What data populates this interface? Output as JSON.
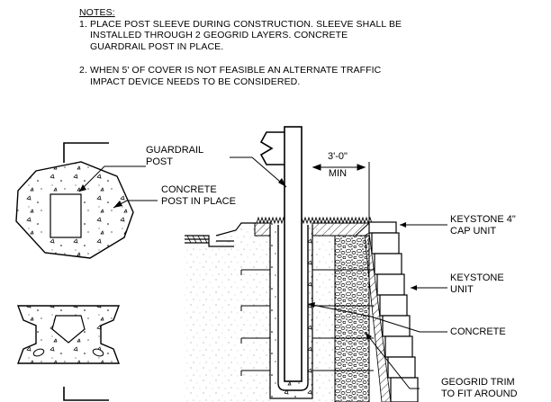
{
  "notes": {
    "heading": "NOTES:",
    "items": [
      {
        "num": "1.",
        "lines": [
          "PLACE POST SLEEVE DURING CONSTRUCTION. SLEEVE SHALL BE",
          "INSTALLED THROUGH 2 GEOGRID LAYERS. CONCRETE",
          "GUARDRAIL POST IN PLACE."
        ]
      },
      {
        "num": "2.",
        "lines": [
          "WHEN 5' OF COVER IS NOT FEASIBLE AN ALTERNATE TRAFFIC",
          "IMPACT DEVICE NEEDS TO BE CONSIDERED."
        ]
      }
    ]
  },
  "labels": {
    "guardrail_post": [
      "GUARDRAIL",
      "POST"
    ],
    "concrete_post": [
      "CONCRETE",
      "POST IN PLACE"
    ],
    "dimension": [
      "3'-0\"",
      "MIN"
    ],
    "keystone_cap": [
      "KEYSTONE 4\"",
      "CAP UNIT"
    ],
    "keystone_unit": [
      "KEYSTONE",
      "UNIT"
    ],
    "concrete": "CONCRETE",
    "geogrid": [
      "GEOGRID TRIM",
      "TO FIT AROUND"
    ]
  }
}
